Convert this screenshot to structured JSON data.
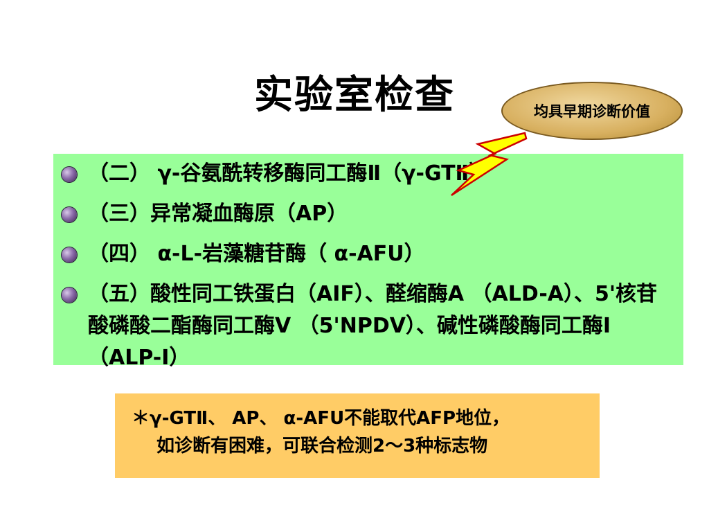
{
  "slide": {
    "title": "实验室检查",
    "callout": "均具早期诊断价值",
    "bullets": [
      "（二） γ-谷氨酰转移酶同工酶Ⅱ（γ-GTⅡ）",
      "（三）异常凝血酶原（AP）",
      "（四） α-L-岩藻糖苷酶（ α-AFU）",
      "（五）酸性同工铁蛋白（AIF）、醛缩酶A （ALD-A）、5'核苷酸磷酸二酯酶同工酶Ⅴ （5'NPDV）、碱性磷酸酶同工酶Ⅰ （ALP-Ⅰ）"
    ],
    "note_line1": "＊γ-GTⅡ、 AP、 α-AFU不能取代AFP地位，",
    "note_line2": "如诊断有困难，可联合检测2～3种标志物"
  },
  "colors": {
    "bullet_box": "#99ff99",
    "note_box": "#ffcc66",
    "callout_fill": "#d8b060",
    "bolt_fill": "#ffff00"
  }
}
